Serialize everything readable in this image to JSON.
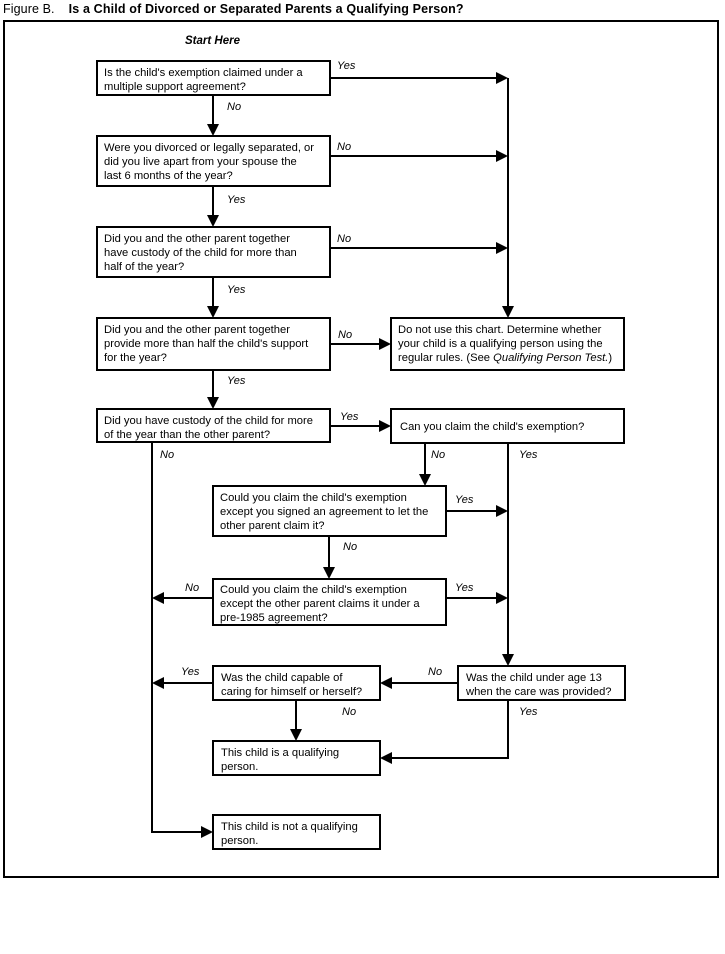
{
  "figure": {
    "lead": "Figure B.",
    "headline": "Is a Child of Divorced or Separated Parents a Qualifying Person?",
    "start_label": "Start Here"
  },
  "chart_data": {
    "type": "diagram",
    "title": "Is a Child of Divorced or Separated Parents a Qualifying Person?",
    "nodes": [
      {
        "id": "n1",
        "kind": "decision",
        "lines": [
          "Is the child's exemption claimed under a",
          "multiple support agreement?"
        ]
      },
      {
        "id": "n2",
        "kind": "decision",
        "lines": [
          "Were you divorced or legally separated, or",
          "did you live apart from your spouse the",
          "last 6 months of the year?"
        ]
      },
      {
        "id": "n3",
        "kind": "decision",
        "lines": [
          "Did you and the other parent together",
          "have custody of the child for more than",
          "half of the year?"
        ]
      },
      {
        "id": "n4",
        "kind": "decision",
        "lines": [
          "Did you and the other parent together",
          "provide more than half the child's support",
          "for the year?"
        ]
      },
      {
        "id": "n5",
        "kind": "decision",
        "lines": [
          "Did you have custody of the child for more",
          "of the year than the other parent?"
        ]
      },
      {
        "id": "n6",
        "kind": "terminal",
        "lines": [
          "Do not use this chart. Determine whether",
          "your child is a qualifying person using the",
          "regular rules. (See Qualifying Person Test.)"
        ],
        "italic_segments": [
          "Qualifying Person Test."
        ]
      },
      {
        "id": "n7",
        "kind": "decision",
        "lines": [
          "Can you claim the child's exemption?"
        ]
      },
      {
        "id": "n8",
        "kind": "decision",
        "lines": [
          "Could you claim the child's exemption",
          "except you signed an agreement to let the",
          "other parent claim it?"
        ]
      },
      {
        "id": "n9",
        "kind": "decision",
        "lines": [
          "Could you claim the child's exemption",
          "except the other parent claims it under a",
          "pre-1985 agreement?"
        ]
      },
      {
        "id": "n10",
        "kind": "decision",
        "lines": [
          "Was the child under age 13",
          "when the care was provided?"
        ]
      },
      {
        "id": "n11",
        "kind": "decision",
        "lines": [
          "Was the child capable of",
          "caring for himself or herself?"
        ]
      },
      {
        "id": "n12",
        "kind": "terminal",
        "lines": [
          "This child is a qualifying",
          "person."
        ]
      },
      {
        "id": "n13",
        "kind": "terminal",
        "lines": [
          "This child is not a qualifying",
          "person."
        ]
      }
    ],
    "edges": [
      {
        "from": "n1",
        "to": "n6",
        "label": "Yes"
      },
      {
        "from": "n1",
        "to": "n2",
        "label": "No"
      },
      {
        "from": "n2",
        "to": "n6",
        "label": "No"
      },
      {
        "from": "n2",
        "to": "n3",
        "label": "Yes"
      },
      {
        "from": "n3",
        "to": "n6",
        "label": "No"
      },
      {
        "from": "n3",
        "to": "n4",
        "label": "Yes"
      },
      {
        "from": "n4",
        "to": "n6",
        "label": "No"
      },
      {
        "from": "n4",
        "to": "n5",
        "label": "Yes"
      },
      {
        "from": "n5",
        "to": "n7",
        "label": "Yes"
      },
      {
        "from": "n5",
        "to": "n13",
        "label": "No"
      },
      {
        "from": "n7",
        "to": "n8",
        "label": "No"
      },
      {
        "from": "n7",
        "to": "n10",
        "label": "Yes"
      },
      {
        "from": "n8",
        "to": "n10",
        "label": "Yes"
      },
      {
        "from": "n8",
        "to": "n9",
        "label": "No"
      },
      {
        "from": "n9",
        "to": "n10",
        "label": "Yes"
      },
      {
        "from": "n9",
        "to": "n13",
        "label": "No"
      },
      {
        "from": "n10",
        "to": "n11",
        "label": "No"
      },
      {
        "from": "n10",
        "to": "n12",
        "label": "Yes"
      },
      {
        "from": "n11",
        "to": "n13",
        "label": "Yes"
      },
      {
        "from": "n11",
        "to": "n12",
        "label": "No"
      }
    ],
    "edge_labels": {
      "yes": "Yes",
      "no": "No"
    }
  },
  "colors": {
    "ink": "#000000",
    "paper": "#ffffff"
  }
}
